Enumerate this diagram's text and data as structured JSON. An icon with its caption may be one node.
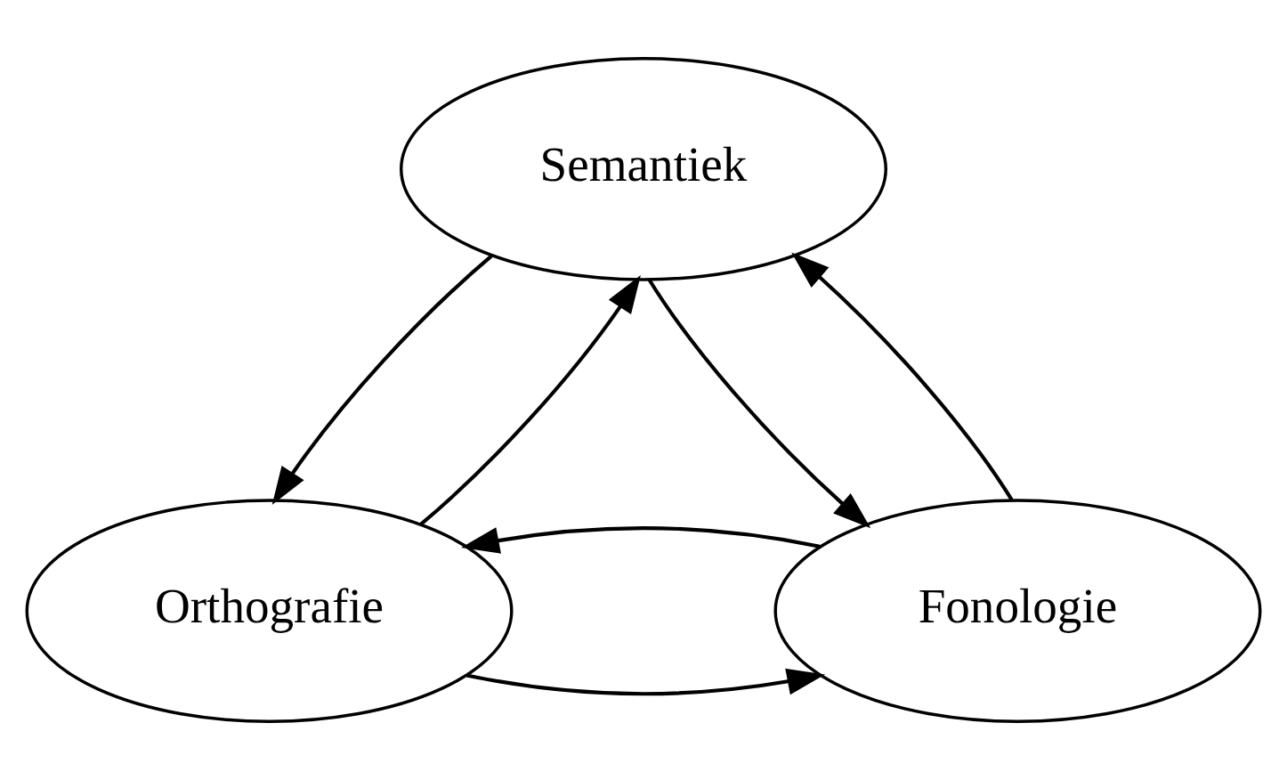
{
  "diagram": {
    "nodes": [
      {
        "text": [
          "Semantiek"
        ]
      },
      {
        "text": [
          "Orthografie"
        ]
      },
      {
        "text": [
          "Fonologie"
        ]
      }
    ],
    "edges": [
      {
        "from": 0,
        "to": 1,
        "arrow": "to"
      },
      {
        "from": 1,
        "to": 0,
        "arrow": "to"
      },
      {
        "from": 2,
        "to": 0,
        "arrow": "to"
      },
      {
        "from": 0,
        "to": 2,
        "arrow": "to"
      },
      {
        "from": 1,
        "to": 2,
        "arrow": "to"
      },
      {
        "from": 2,
        "to": 1,
        "arrow": "to"
      }
    ]
  }
}
